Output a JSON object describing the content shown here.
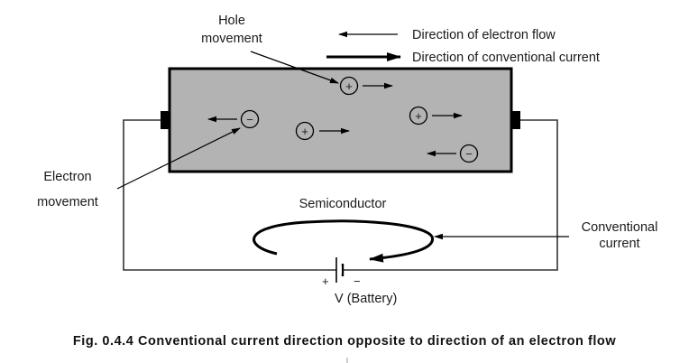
{
  "labels": {
    "hole_movement_line1": "Hole",
    "hole_movement_line2": "movement",
    "electron_movement_line1": "Electron",
    "electron_movement_line2": "movement",
    "semiconductor": "Semiconductor",
    "conventional_current_line1": "Conventional",
    "conventional_current_line2": "current",
    "battery": "V (Battery)",
    "battery_plus": "+",
    "battery_minus": "−"
  },
  "legend": [
    {
      "arrow": "thin-left-arrow",
      "label": "Direction of electron flow"
    },
    {
      "arrow": "thick-right-arrow",
      "label": "Direction of conventional current"
    }
  ],
  "charges": [
    {
      "type": "hole",
      "symbol": "+",
      "direction": "right"
    },
    {
      "type": "hole",
      "symbol": "+",
      "direction": "right"
    },
    {
      "type": "hole",
      "symbol": "+",
      "direction": "right"
    },
    {
      "type": "electron",
      "symbol": "−",
      "direction": "left"
    },
    {
      "type": "electron",
      "symbol": "−",
      "direction": "left"
    }
  ],
  "caption": "Fig. 0.4.4 Conventional current direction opposite to direction of an electron flow",
  "colors": {
    "semiconductor_fill": "#b3b3b3",
    "stroke": "#000000",
    "wire": "#333333"
  }
}
